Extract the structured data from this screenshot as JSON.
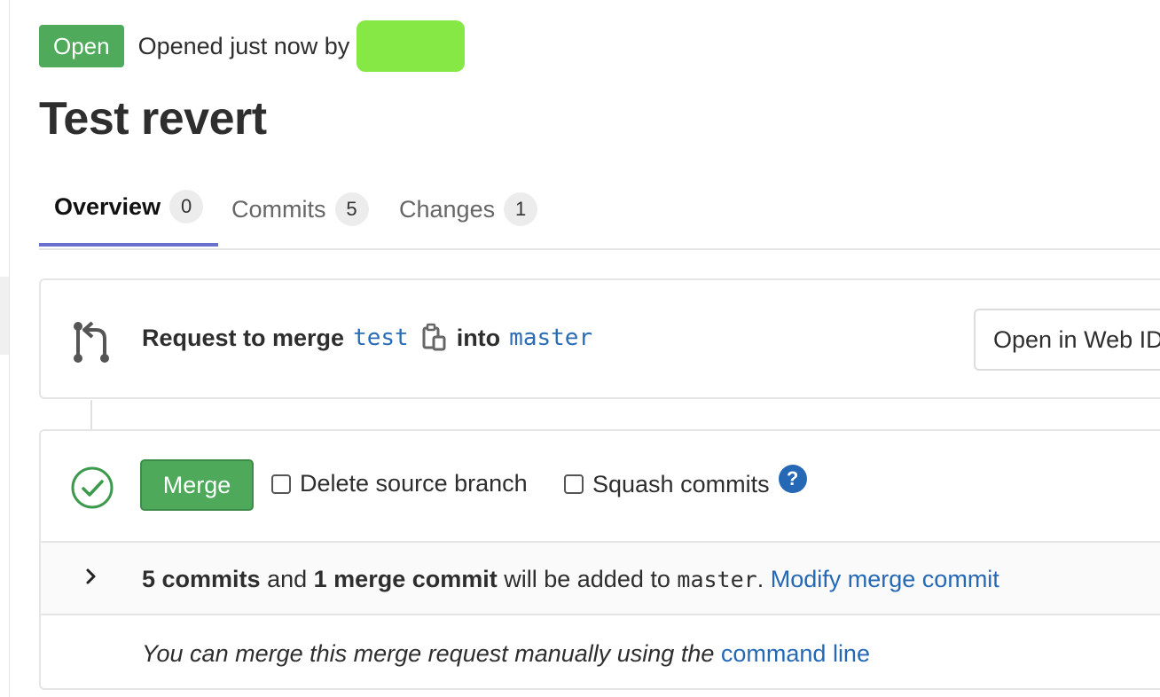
{
  "header": {
    "status": "Open",
    "opened_text": "Opened just now by"
  },
  "title": "Test revert",
  "tabs": [
    {
      "label": "Overview",
      "count": "0"
    },
    {
      "label": "Commits",
      "count": "5"
    },
    {
      "label": "Changes",
      "count": "1"
    }
  ],
  "merge_info": {
    "prefix": "Request to merge",
    "source_branch": "test",
    "into": "into",
    "target_branch": "master",
    "web_ide_label": "Open in Web IDE"
  },
  "merge_widget": {
    "merge_button": "Merge",
    "delete_source_label": "Delete source branch",
    "squash_label": "Squash commits",
    "help_glyph": "?",
    "commit_count": "5 commits",
    "and_text": "and",
    "merge_commit_count": "1 merge commit",
    "added_text": "will be added to",
    "target_branch": "master",
    "period": ".",
    "modify_link": "Modify merge commit",
    "manual_text": "You can merge this merge request manually using the",
    "command_line_link": "command line"
  },
  "colors": {
    "open_badge": "#4faa5b",
    "redaction": "#86e845",
    "active_tab_underline": "#6b6fce",
    "merge_button": "#4ea95b",
    "link": "#2568b5"
  }
}
